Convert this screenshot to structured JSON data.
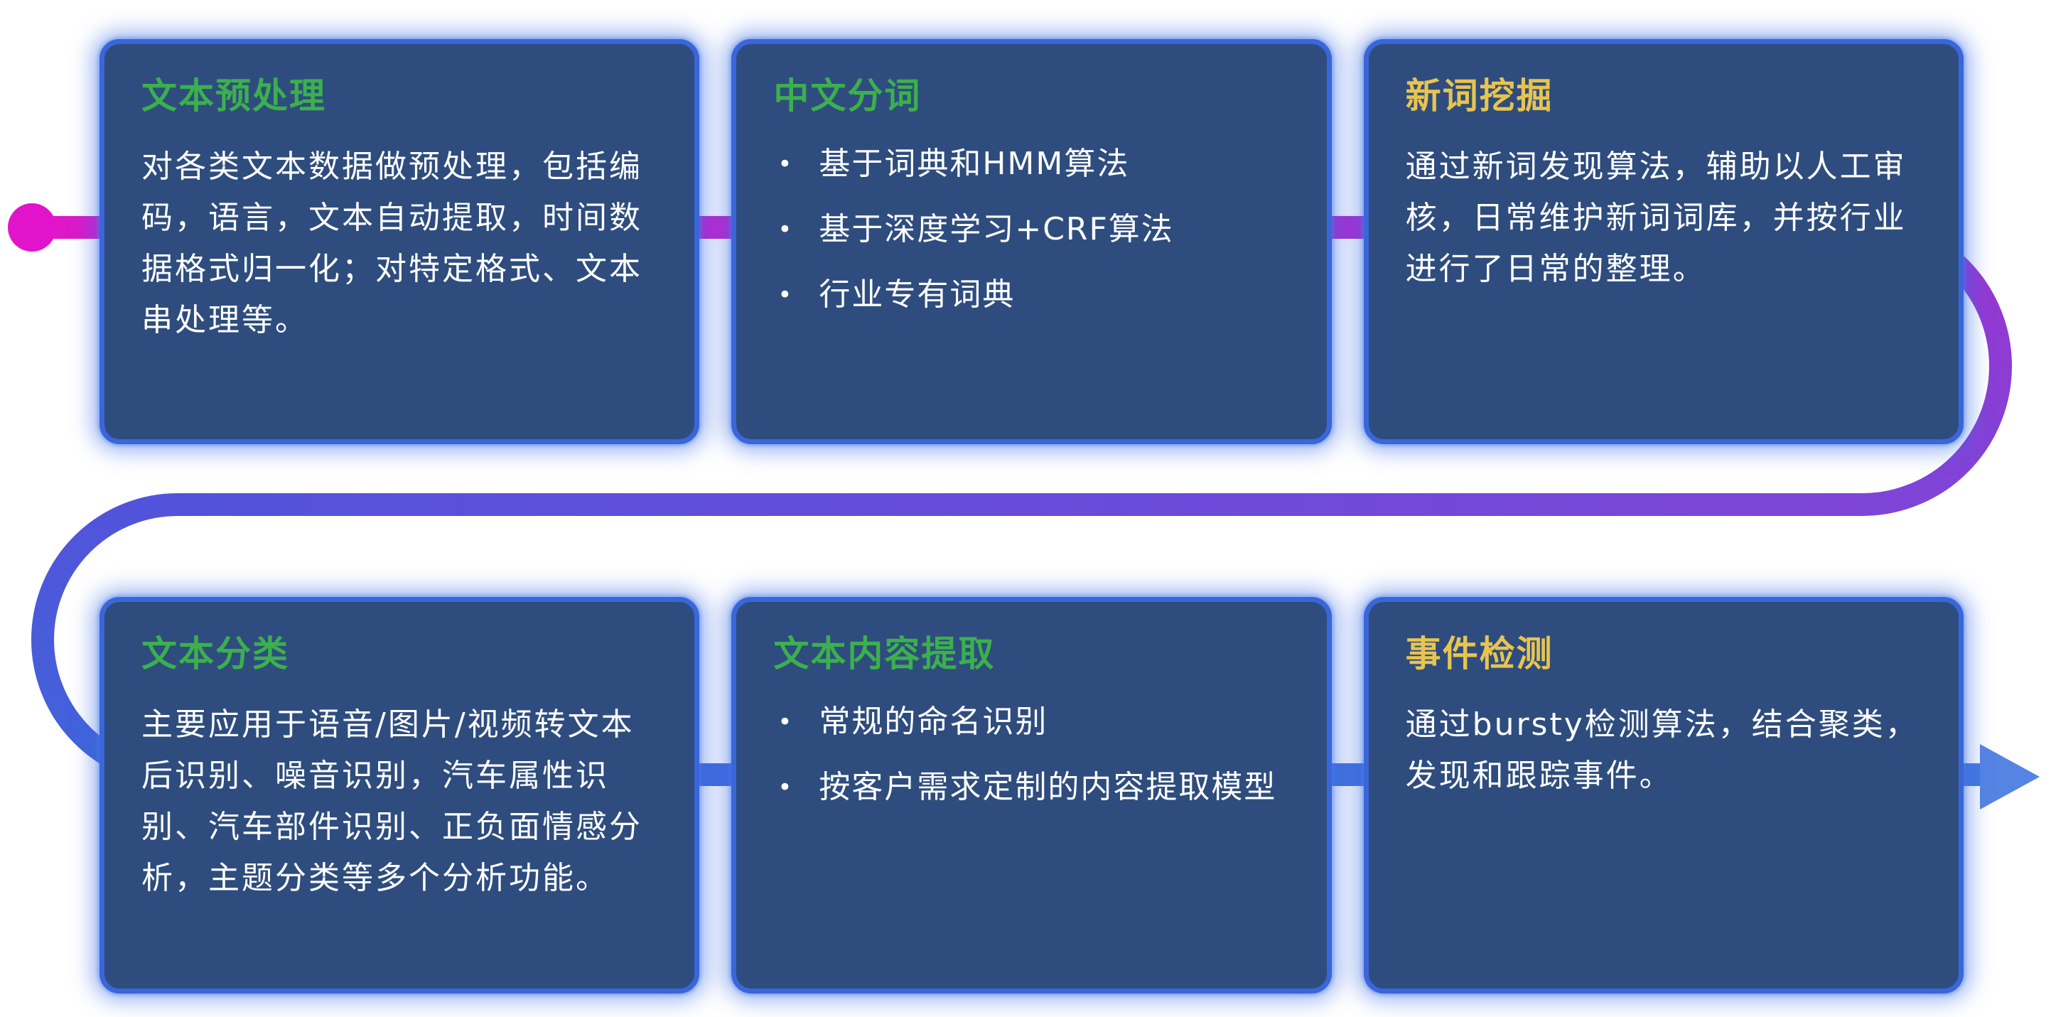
{
  "glyphs": {
    "bullet": "•"
  },
  "colors": {
    "background": "#ffffff",
    "card_bg": "#2e4d7e",
    "card_border": "#3a66da",
    "card_glow": "rgba(58,108,230,0.5)",
    "title_green": "#3bb04d",
    "title_gold": "#e8c44f",
    "body_text": "#ffffff"
  },
  "pipeline": {
    "start": "#df17c8",
    "top_end": "#9b34d1",
    "right_end": "#7e45d8",
    "mid_left": "#5253da",
    "bottom_start": "#3f65da",
    "bottom_end": "#4678e0",
    "dot": "#e214cb",
    "arrow": "#5584e4"
  },
  "cards": [
    {
      "title": "文本预处理",
      "body": "对各类文本数据做预处理，包括编码，语言，文本自动提取，时间数据格式归一化；对特定格式、文本串处理等。"
    },
    {
      "title": "中文分词",
      "bullets": [
        "基于词典和HMM算法",
        "基于深度学习+CRF算法",
        "行业专有词典"
      ]
    },
    {
      "title": "新词挖掘",
      "body": "通过新词发现算法，辅助以人工审核，日常维护新词词库，并按行业进行了日常的整理。"
    },
    {
      "title": "文本分类",
      "body": "主要应用于语音/图片/视频转文本后识别、噪音识别，汽车属性识别、汽车部件识别、正负面情感分析，主题分类等多个分析功能。"
    },
    {
      "title": "文本内容提取",
      "bullets": [
        "常规的命名识别",
        "按客户需求定制的内容提取模型"
      ]
    },
    {
      "title": "事件检测",
      "body": "通过bursty检测算法，结合聚类，发现和跟踪事件。"
    }
  ]
}
